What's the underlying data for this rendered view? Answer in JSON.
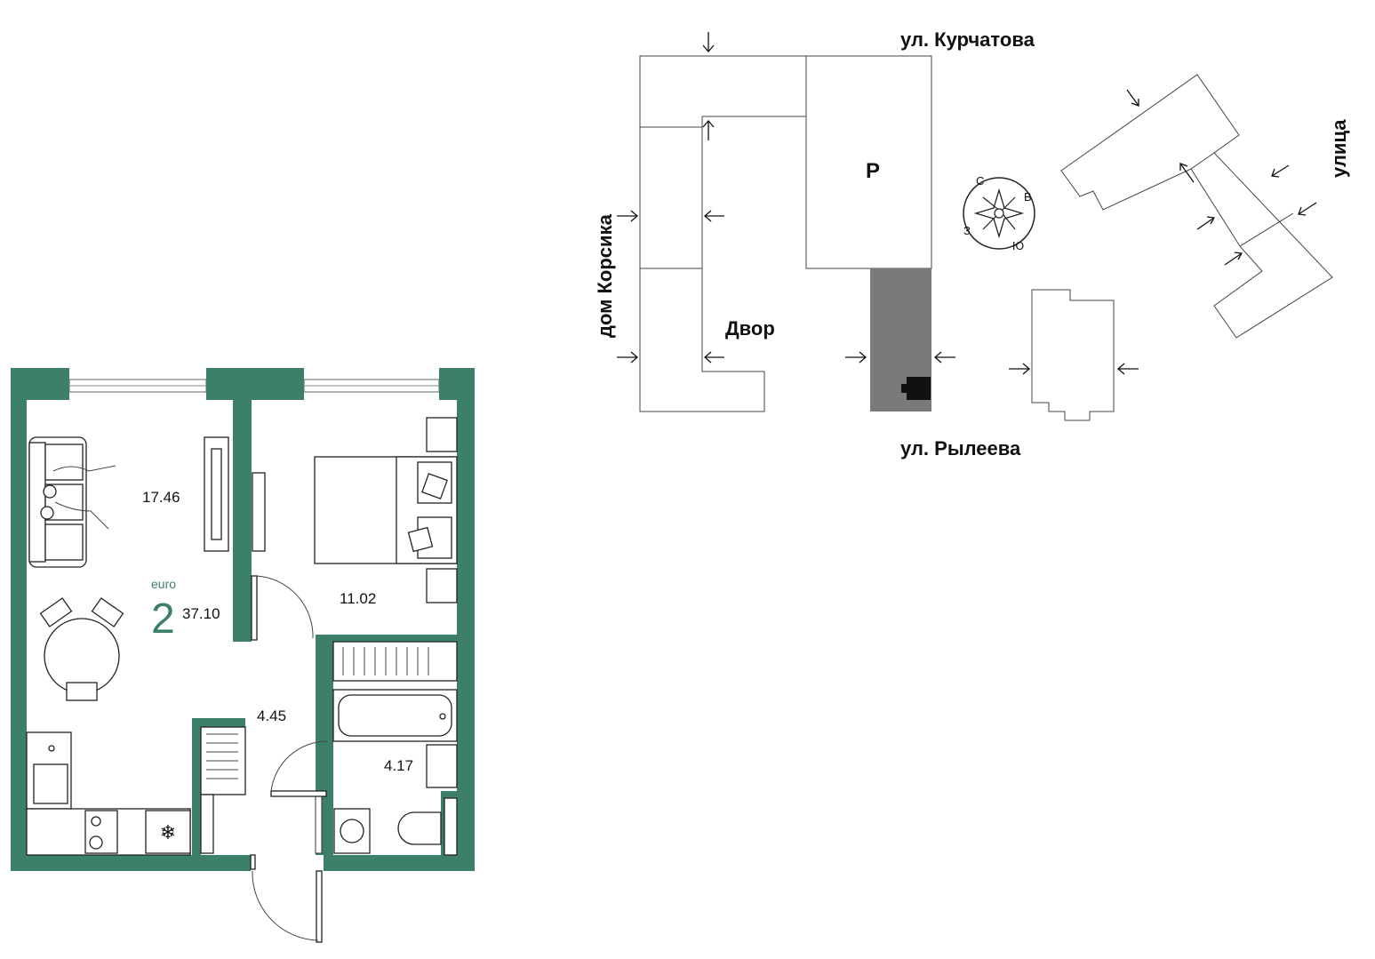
{
  "plan": {
    "type_label": "euro",
    "rooms_count": "2",
    "total_area": "37.10",
    "rooms": [
      {
        "id": "living",
        "area": "17.46"
      },
      {
        "id": "bedroom",
        "area": "11.02"
      },
      {
        "id": "hall",
        "area": "4.45"
      },
      {
        "id": "bathroom",
        "area": "4.17"
      }
    ],
    "wall_color": "#3d8068",
    "accent_color": "#3d8068"
  },
  "site": {
    "street_top": "ул. Курчатова",
    "street_bottom": "ул. Рылеева",
    "street_left": "дом Корсика",
    "street_right": "улица",
    "yard_label": "Двор",
    "parking_label": "Р",
    "highlight_color": "#7a7a7a",
    "compass": {
      "north": "С",
      "east": "В",
      "south": "Ю",
      "west": "З"
    }
  }
}
